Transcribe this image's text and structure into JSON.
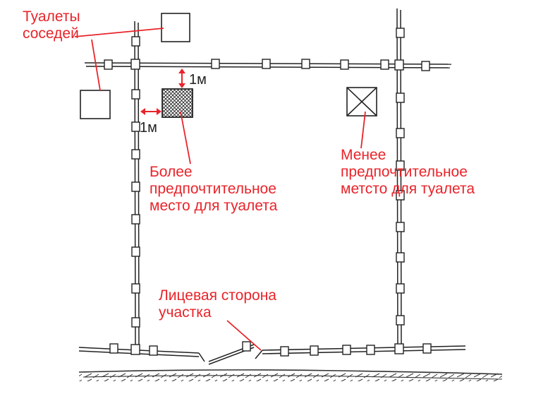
{
  "labels": {
    "neighbors": [
      "Туалеты",
      "соседей"
    ],
    "preferred": [
      "Более",
      "предпочтительное",
      "место для туалета"
    ],
    "less_preferred": [
      "Менее",
      "предпочтительное",
      "метсто для туалета"
    ],
    "front_side": [
      "Лицевая сторона",
      "участка"
    ]
  },
  "dimensions": {
    "to_top_fence": "1м",
    "to_left_fence": "1м"
  },
  "colors": {
    "annotation": "#e8242a",
    "ink": "#222222"
  }
}
